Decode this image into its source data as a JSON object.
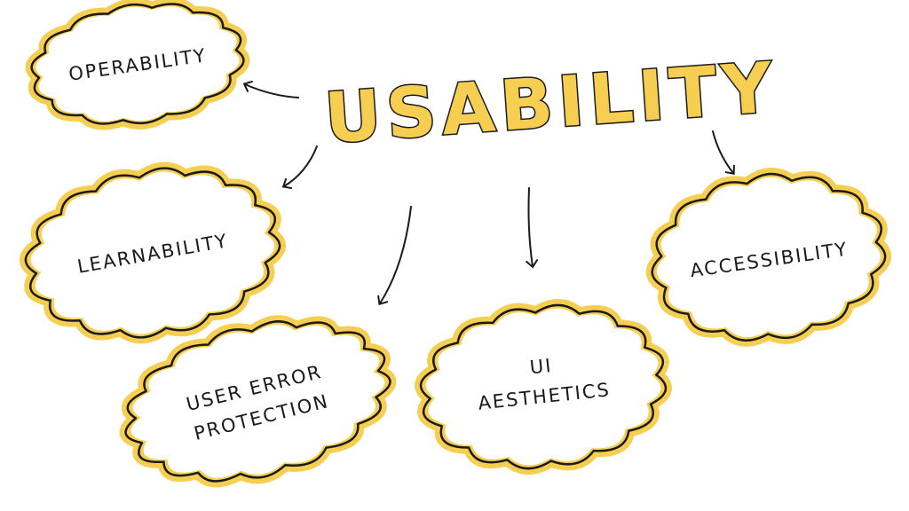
{
  "title": "USABILITY",
  "colors": {
    "accent": "#f6cf52",
    "ink": "#1a1a1a",
    "cloud_fill": "#ffffff"
  },
  "nodes": [
    {
      "id": "operability",
      "lines": [
        "OPERABILITY"
      ]
    },
    {
      "id": "learnability",
      "lines": [
        "LEARNABILITY"
      ]
    },
    {
      "id": "user-error-protection",
      "lines": [
        "USER  ERROR",
        "PROTECTION"
      ]
    },
    {
      "id": "ui-aesthetics",
      "lines": [
        "UI",
        "AESTHETICS"
      ]
    },
    {
      "id": "accessibility",
      "lines": [
        "ACCESSIBILITY"
      ]
    }
  ]
}
